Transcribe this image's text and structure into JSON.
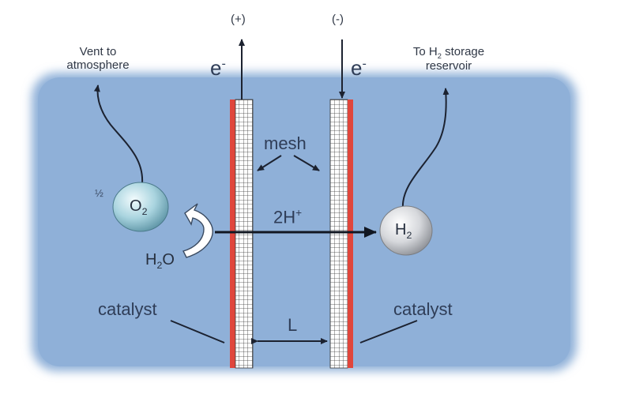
{
  "diagram": {
    "labels": {
      "vent_line1": "Vent to",
      "vent_line2": "atmosphere",
      "storage_prefix": "To H",
      "storage_sub": "2",
      "storage_suffix": " storage",
      "storage_line2": "reservoir",
      "positive_terminal": "(+)",
      "negative_terminal": "(-)",
      "electron_base": "e",
      "electron_sup": "-",
      "mesh": "mesh",
      "proton_label": "2H",
      "proton_sup": "+",
      "half": "½",
      "oxygen_base": "O",
      "oxygen_sub": "2",
      "hydrogen_base": "H",
      "hydrogen_sub": "2",
      "water_base": "H",
      "water_sub": "2",
      "water_suffix": "O",
      "catalyst_left": "catalyst",
      "catalyst_right": "catalyst",
      "gap": "L"
    },
    "colors": {
      "electrolyte": "#8fb0d8",
      "catalyst_strip": "#e0463c",
      "mesh_grid": "#3a3a3a",
      "arrow": "#1c2230"
    }
  }
}
